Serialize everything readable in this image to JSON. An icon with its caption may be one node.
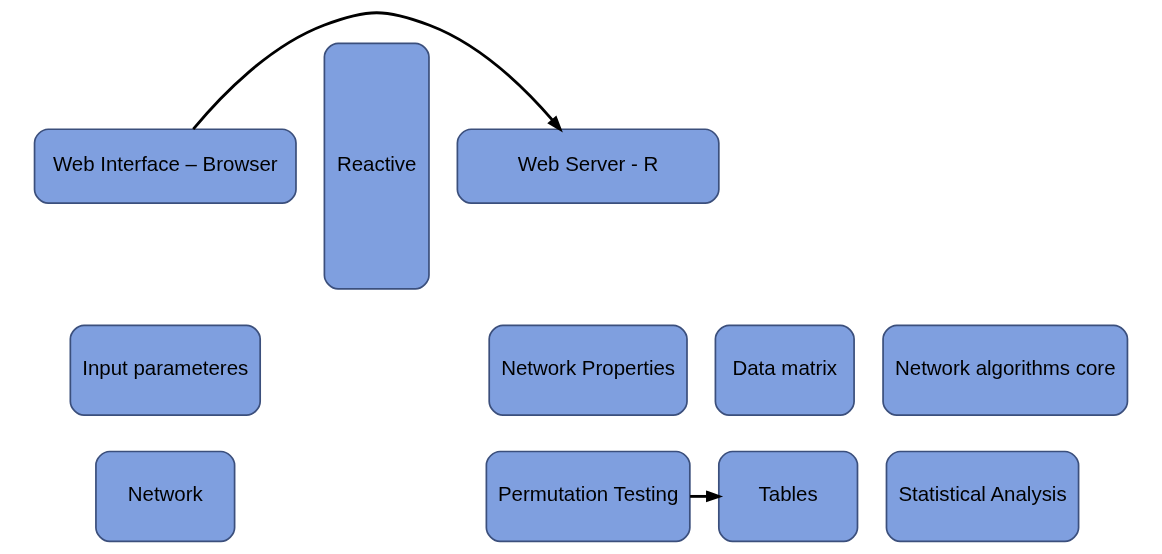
{
  "diagram": {
    "nodes": [
      {
        "text": [
          "Web Interface – Browser"
        ]
      },
      {
        "text": [
          "Web Server - R"
        ]
      },
      {
        "text": [
          "Input parameteres"
        ]
      },
      {
        "text": [
          "Data matrix"
        ]
      },
      {
        "text": [
          "Reactive"
        ]
      },
      {
        "text": [
          "Network Properties"
        ]
      },
      {
        "text": [
          "Network algorithms core"
        ]
      },
      {
        "text": [
          "Network"
        ]
      },
      {
        "text": [
          "Tables"
        ]
      },
      {
        "text": [
          "Permutation Testing"
        ]
      },
      {
        "text": [
          "Statistical Analysis"
        ]
      }
    ],
    "edges": [
      {
        "from": 0,
        "to": 1,
        "arrow": "to"
      },
      {
        "from": 9,
        "to": 8,
        "arrow": "to"
      }
    ]
  }
}
